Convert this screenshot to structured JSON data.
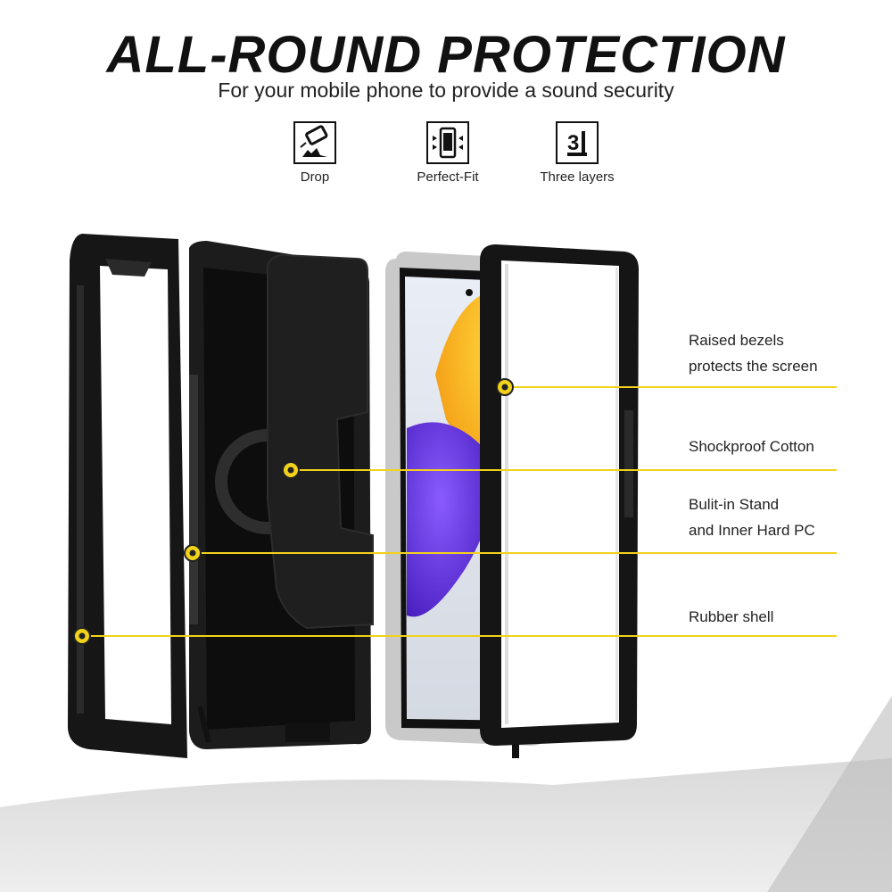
{
  "header": {
    "title": "ALL-ROUND PROTECTION",
    "subtitle": "For your mobile phone to provide a sound security"
  },
  "features": [
    {
      "label": "Drop",
      "icon": "drop-icon"
    },
    {
      "label": "Perfect-Fit",
      "icon": "perfect-fit-icon"
    },
    {
      "label": "Three layers",
      "icon": "three-layers-icon"
    }
  ],
  "callouts": {
    "raised_bezels": {
      "line1": "Raised bezels",
      "line2": "protects the screen"
    },
    "shockproof": {
      "line1": "Shockproof Cotton"
    },
    "stand": {
      "line1": "Bulit-in Stand",
      "line2": "and Inner Hard PC"
    },
    "rubber": {
      "line1": "Rubber shell"
    }
  },
  "colors": {
    "accent": "#f2d21b",
    "case": "#141414",
    "text": "#222222"
  }
}
